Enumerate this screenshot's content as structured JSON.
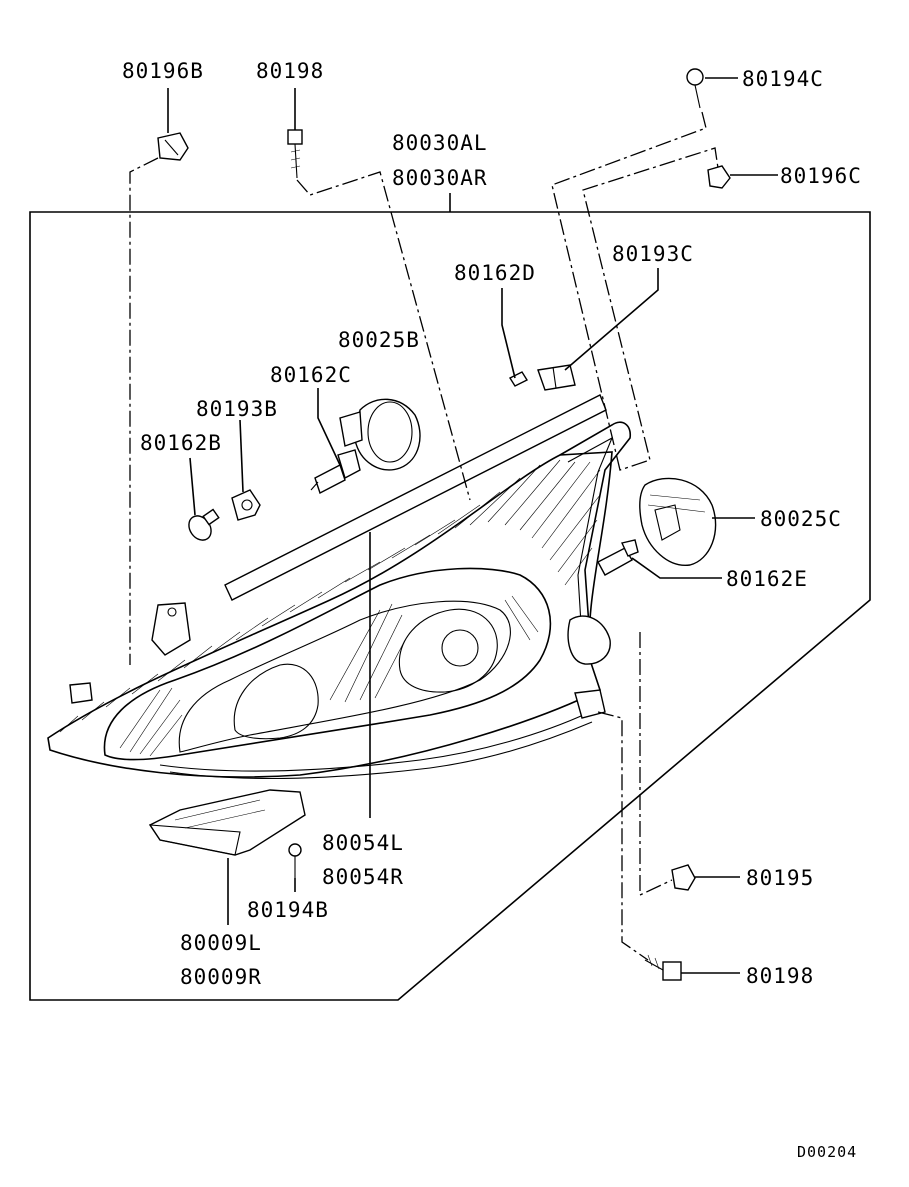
{
  "diagram": {
    "code": "D00204",
    "labels": {
      "p80196B": "80196B",
      "p80198_top": "80198",
      "p80194C": "80194C",
      "p80030AL": "80030AL",
      "p80030AR": "80030AR",
      "p80196C": "80196C",
      "p80193C": "80193C",
      "p80162D": "80162D",
      "p80025B": "80025B",
      "p80162C": "80162C",
      "p80193B": "80193B",
      "p80162B": "80162B",
      "p80025C": "80025C",
      "p80162E": "80162E",
      "p80054L": "80054L",
      "p80054R": "80054R",
      "p80195": "80195",
      "p80194B": "80194B",
      "p80009L": "80009L",
      "p80009R": "80009R",
      "p80198_bottom": "80198"
    }
  }
}
